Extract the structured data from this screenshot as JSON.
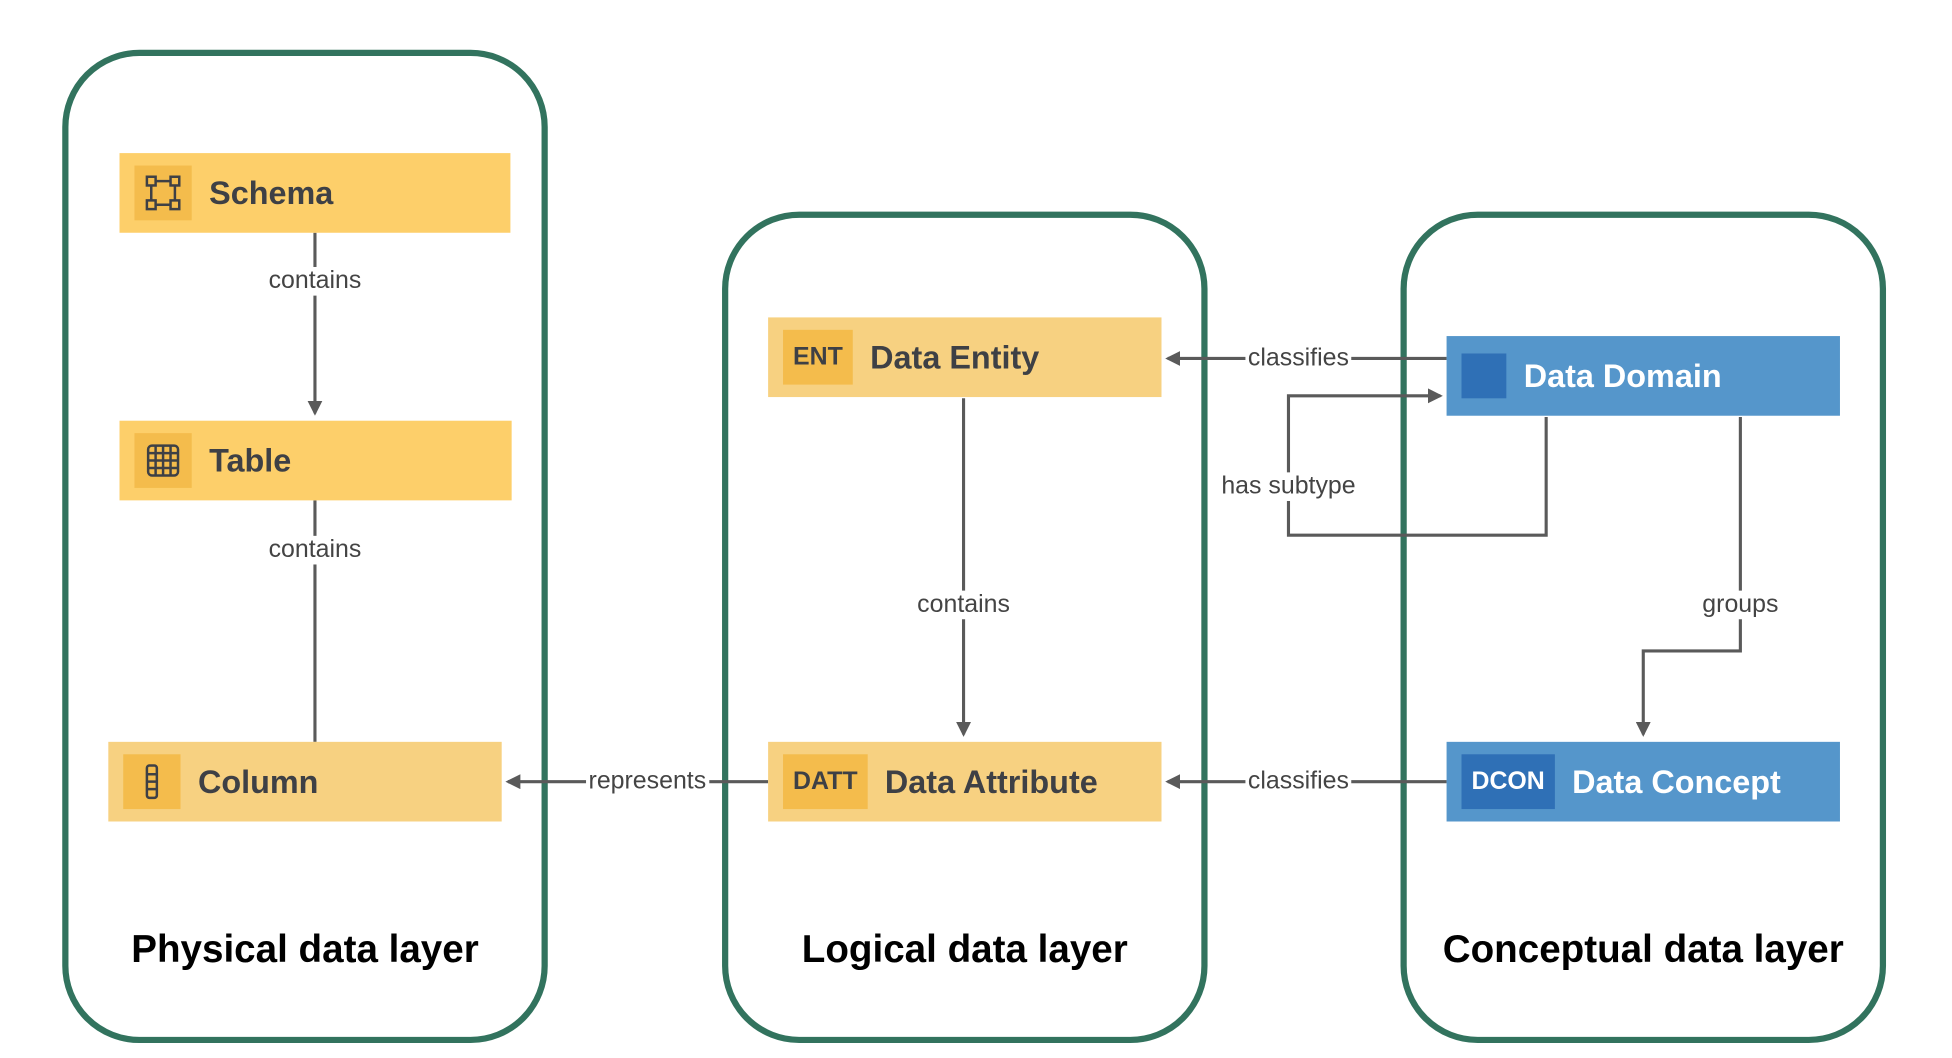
{
  "colors": {
    "layer_border": "#32735e",
    "physical_node": "#fdcf6a",
    "logical_node": "#f7d181",
    "node_badge": "#f4bc4c",
    "conceptual_node": "#5596cb",
    "conceptual_badge": "#2f70b6",
    "edge": "#5a5a5a"
  },
  "layers": [
    {
      "id": "physical",
      "title": "Physical data layer"
    },
    {
      "id": "logical",
      "title": "Logical data layer"
    },
    {
      "id": "conceptual",
      "title": "Conceptual data layer"
    }
  ],
  "nodes": {
    "schema": {
      "label": "Schema",
      "icon": "schema-icon",
      "layer": "physical"
    },
    "table": {
      "label": "Table",
      "icon": "table-grid-icon",
      "layer": "physical"
    },
    "column": {
      "label": "Column",
      "icon": "column-icon",
      "layer": "physical"
    },
    "data_entity": {
      "label": "Data Entity",
      "badge": "ENT",
      "layer": "logical"
    },
    "data_attribute": {
      "label": "Data Attribute",
      "badge": "DATT",
      "layer": "logical"
    },
    "data_domain": {
      "label": "Data Domain",
      "badge": "",
      "layer": "conceptual"
    },
    "data_concept": {
      "label": "Data Concept",
      "badge": "DCON",
      "layer": "conceptual"
    }
  },
  "edges": [
    {
      "id": "schema-table",
      "from": "Schema",
      "to": "Table",
      "label": "contains"
    },
    {
      "id": "table-column",
      "from": "Table",
      "to": "Column",
      "label": "contains"
    },
    {
      "id": "entity-attribute",
      "from": "Data Entity",
      "to": "Data Attribute",
      "label": "contains"
    },
    {
      "id": "attribute-column",
      "from": "Data Attribute",
      "to": "Column",
      "label": "represents"
    },
    {
      "id": "domain-entity",
      "from": "Data Domain",
      "to": "Data Entity",
      "label": "classifies"
    },
    {
      "id": "domain-domain",
      "from": "Data Domain",
      "to": "Data Domain",
      "label": "has subtype"
    },
    {
      "id": "domain-concept",
      "from": "Data Domain",
      "to": "Data Concept",
      "label": "groups"
    },
    {
      "id": "concept-attribute",
      "from": "Data Concept",
      "to": "Data Attribute",
      "label": "classifies"
    }
  ]
}
